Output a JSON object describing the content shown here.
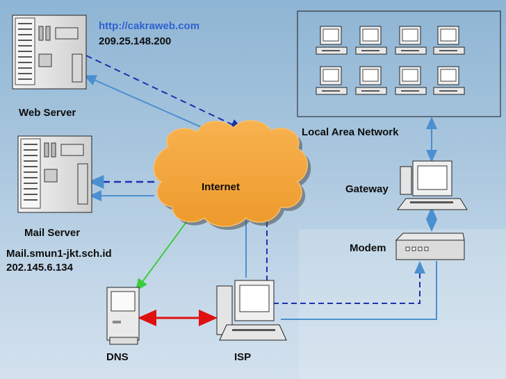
{
  "labels": {
    "web_url": "http://cakraweb.com",
    "web_ip": "209.25.148.200",
    "web_server": "Web Server",
    "mail_server": "Mail Server",
    "mail_domain": "Mail.smun1-jkt.sch.id",
    "mail_ip": "202.145.6.134",
    "internet": "Internet",
    "lan": "Local Area Network",
    "gateway": "Gateway",
    "modem": "Modem",
    "dns": "DNS",
    "isp": "ISP"
  },
  "colors": {
    "solid_link": "#4a8fd0",
    "dashed_link": "#1f2fae",
    "dns_link": "#3dcc3d",
    "dns_isp_link": "#e01010",
    "cloud_fill": "#f2a23a",
    "device": "#e8e8e8"
  },
  "icons": [
    "server-icon",
    "cloud-icon",
    "computer-icon",
    "modem-icon",
    "mac-computer-icon"
  ]
}
